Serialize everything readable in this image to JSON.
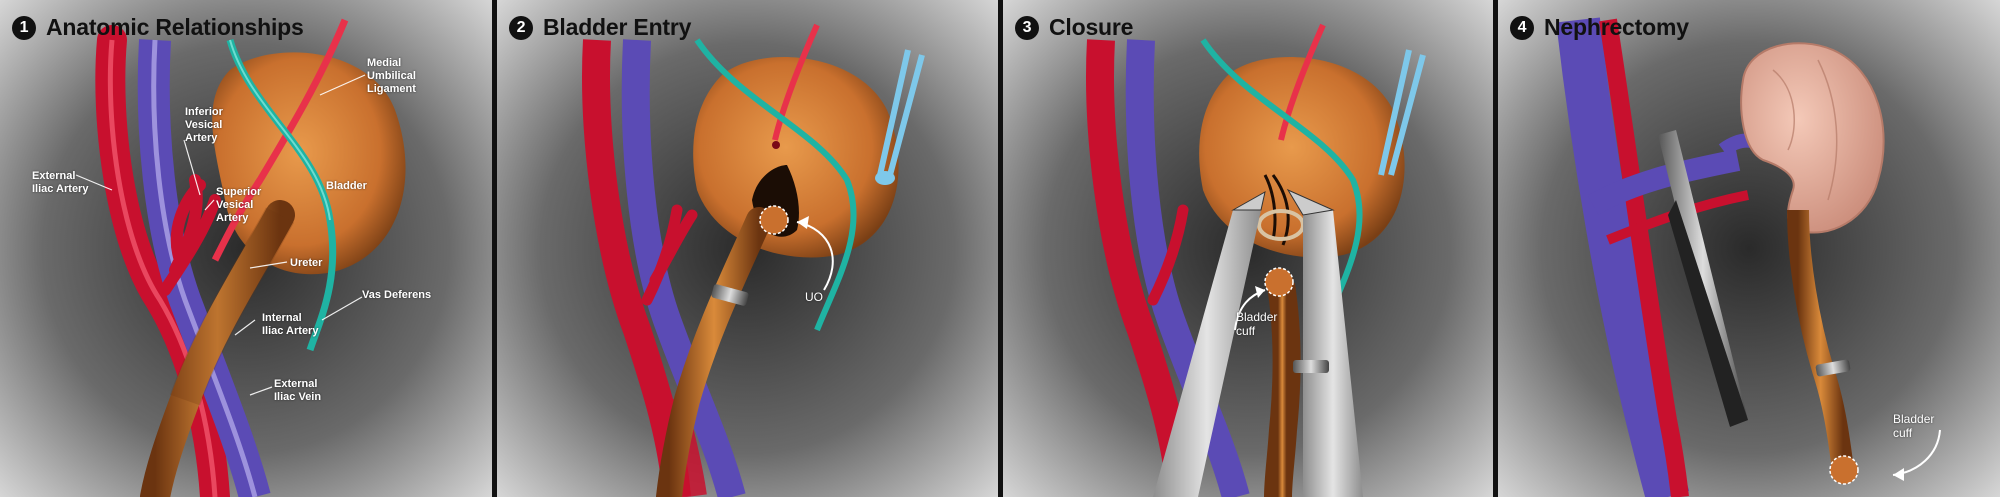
{
  "panels": [
    {
      "number": "1",
      "title": "Anatomic Relationships",
      "labels": {
        "medial_umbilical_ligament": "Medial\nUmbilical\nLigament",
        "inferior_vesical_artery": "Inferior\nVesical\nArtery",
        "external_iliac_artery": "External\nIliac Artery",
        "superior_vesical_artery": "Superior\nVesical\nArtery",
        "bladder": "Bladder",
        "ureter": "Ureter",
        "vas_deferens": "Vas Deferens",
        "internal_iliac_artery": "Internal\nIliac Artery",
        "external_iliac_vein": "External\nIliac Vein"
      }
    },
    {
      "number": "2",
      "title": "Bladder Entry",
      "labels": {
        "uo": "UO"
      }
    },
    {
      "number": "3",
      "title": "Closure",
      "labels": {
        "bladder_cuff": "Bladder\ncuff"
      }
    },
    {
      "number": "4",
      "title": "Nephrectomy",
      "labels": {
        "bladder_cuff": "Bladder\ncuff"
      }
    }
  ],
  "colors": {
    "artery": "#c8102e",
    "vein": "#5b4bb5",
    "ureter": "#b4621c",
    "bladder": "#d9823a",
    "vas_deferens": "#1fb3a3",
    "ligament": "#e8314a",
    "cut_vessel": "#7ec8ea",
    "kidney": "#e8b0a0"
  }
}
